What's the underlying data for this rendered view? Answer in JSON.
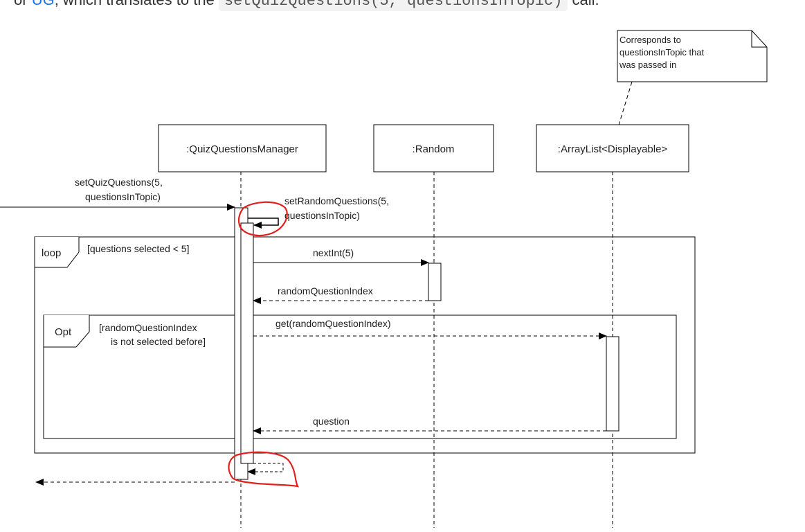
{
  "header": {
    "prefix": "or ",
    "link": "UG",
    "middle": ", which translates to the ",
    "code": "setQuizQuestions(5, questionsInTopic)",
    "suffix": " call."
  },
  "note": {
    "lines": [
      "Corresponds to",
      "questionsInTopic that",
      "was passed in"
    ]
  },
  "lifelines": [
    {
      "name": ":QuizQuestionsManager"
    },
    {
      "name": ":Random"
    },
    {
      "name": ":ArrayList<Displayable>"
    }
  ],
  "messages": {
    "incoming": [
      "setQuizQuestions(5,",
      "questionsInTopic)"
    ],
    "self_call": [
      "setRandomQuestions(5,",
      "questionsInTopic)"
    ],
    "next_int": "nextInt(5)",
    "random_return": "randomQuestionIndex",
    "get_call": "get(randomQuestionIndex)",
    "get_return": "question"
  },
  "fragments": {
    "loop": {
      "label": "loop",
      "guard": "[questions selected < 5]"
    },
    "opt": {
      "label": "Opt",
      "guard": [
        "[randomQuestionIndex",
        "is not selected before]"
      ]
    }
  },
  "colors": {
    "line": "#000000",
    "annotation": "#e0201c",
    "link": "#1a73e8"
  }
}
